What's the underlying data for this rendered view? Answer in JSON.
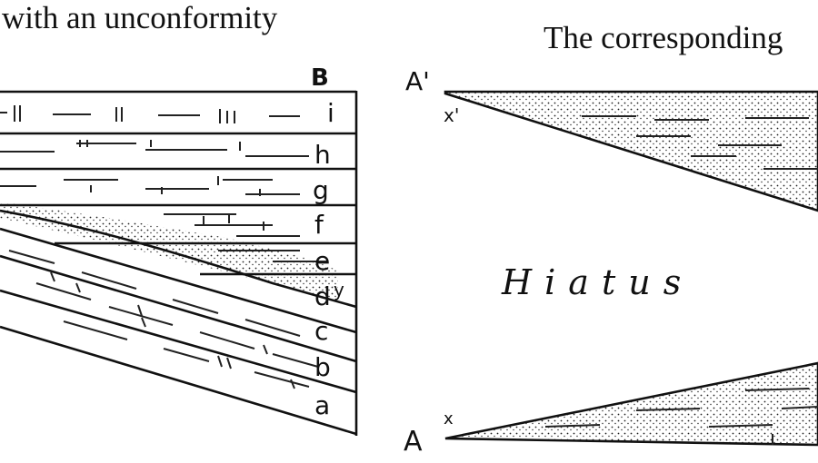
{
  "captions": {
    "left": "with an unconformity",
    "right": "The corresponding"
  },
  "left_section": {
    "corner_label": "B",
    "layers": [
      "i",
      "h",
      "g",
      "f",
      "e",
      "d",
      "c",
      "b",
      "a"
    ],
    "boundary_label": "y"
  },
  "right_section": {
    "top_label": "A'",
    "top_sub": "x'",
    "bottom_label": "A",
    "bottom_sub": "x",
    "gap_label": "Hiatus"
  }
}
